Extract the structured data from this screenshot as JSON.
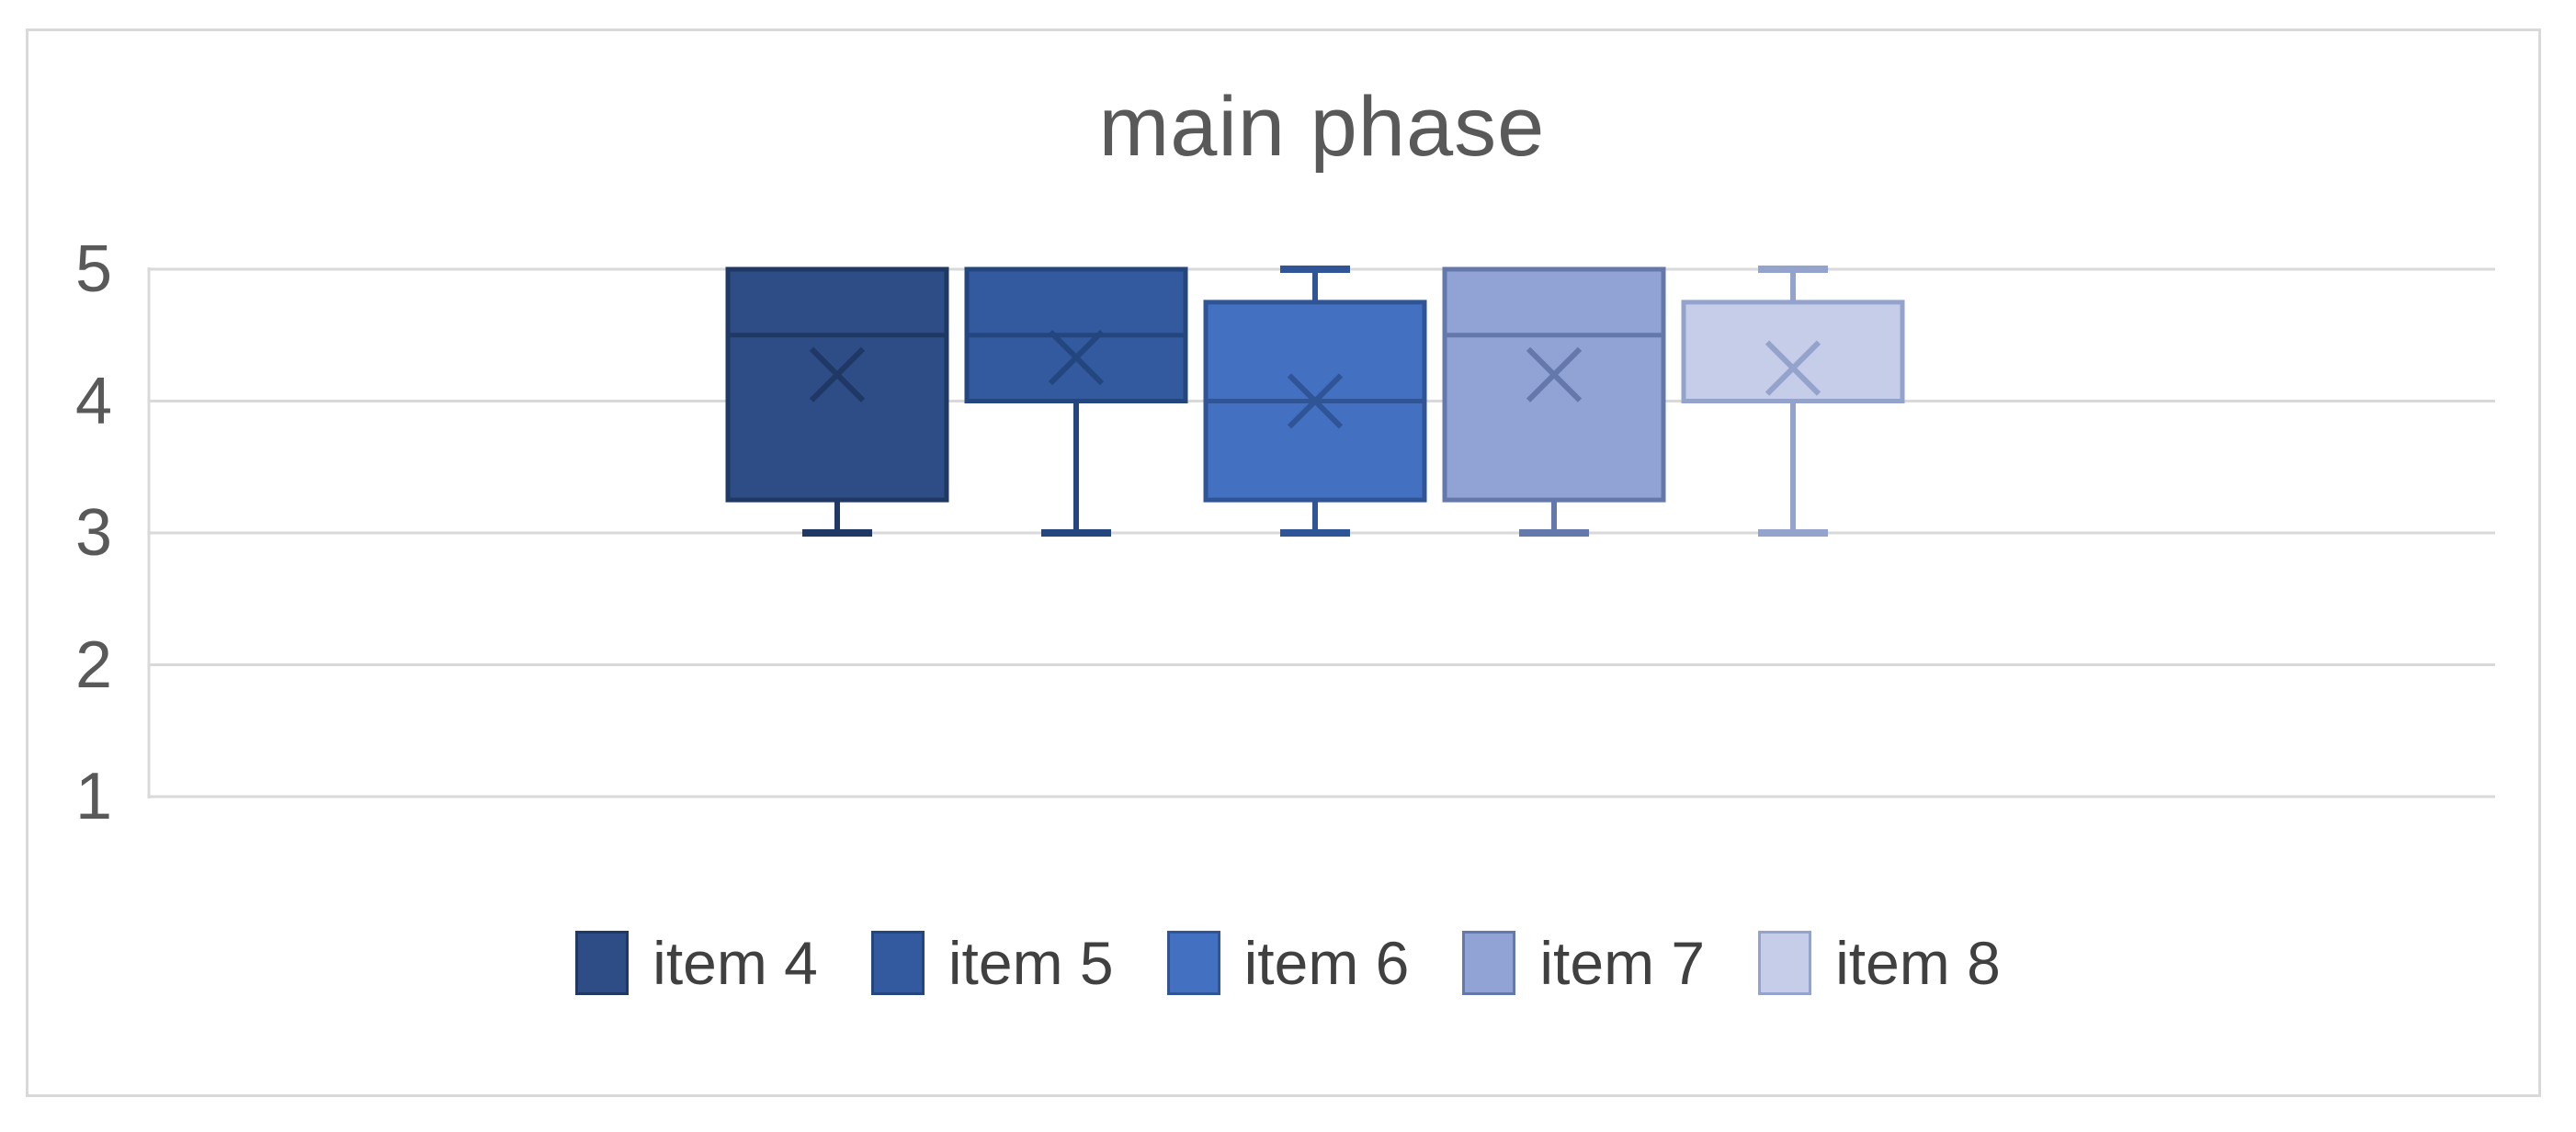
{
  "chart_data": {
    "type": "box",
    "title": "main phase",
    "xlabel": "",
    "ylabel": "",
    "ylim": [
      1,
      5
    ],
    "yticks": [
      5,
      4,
      3,
      2,
      1
    ],
    "grid": true,
    "legend_position": "bottom",
    "series": [
      {
        "name": "item 4",
        "min": 3,
        "q1": 3.25,
        "median": 4.5,
        "q3": 5,
        "max": 5,
        "mean": 4.2,
        "fill": "#2E4C86",
        "stroke": "#1F3864"
      },
      {
        "name": "item 5",
        "min": 3,
        "q1": 4,
        "median": 4.5,
        "q3": 5,
        "max": 5,
        "mean": 4.33,
        "fill": "#33599F",
        "stroke": "#24467E"
      },
      {
        "name": "item 6",
        "min": 3,
        "q1": 3.25,
        "median": 4,
        "q3": 4.75,
        "max": 5,
        "mean": 4.0,
        "fill": "#4470C2",
        "stroke": "#2F5597"
      },
      {
        "name": "item 7",
        "min": 3,
        "q1": 3.25,
        "median": 4.5,
        "q3": 5,
        "max": 5,
        "mean": 4.2,
        "fill": "#90A3D4",
        "stroke": "#6478AB"
      },
      {
        "name": "item 8",
        "min": 3,
        "q1": 4,
        "median": 4,
        "q3": 4.75,
        "max": 5,
        "mean": 4.25,
        "fill": "#C6CDE8",
        "stroke": "#94A3CC"
      }
    ],
    "colors": {
      "background": "#FFFFFF",
      "frame_border": "#D9D9D9",
      "gridline": "#D9D9D9",
      "axis_line": "#D9D9D9",
      "title_text": "#595959",
      "axis_text": "#595959",
      "legend_text": "#404040"
    }
  }
}
